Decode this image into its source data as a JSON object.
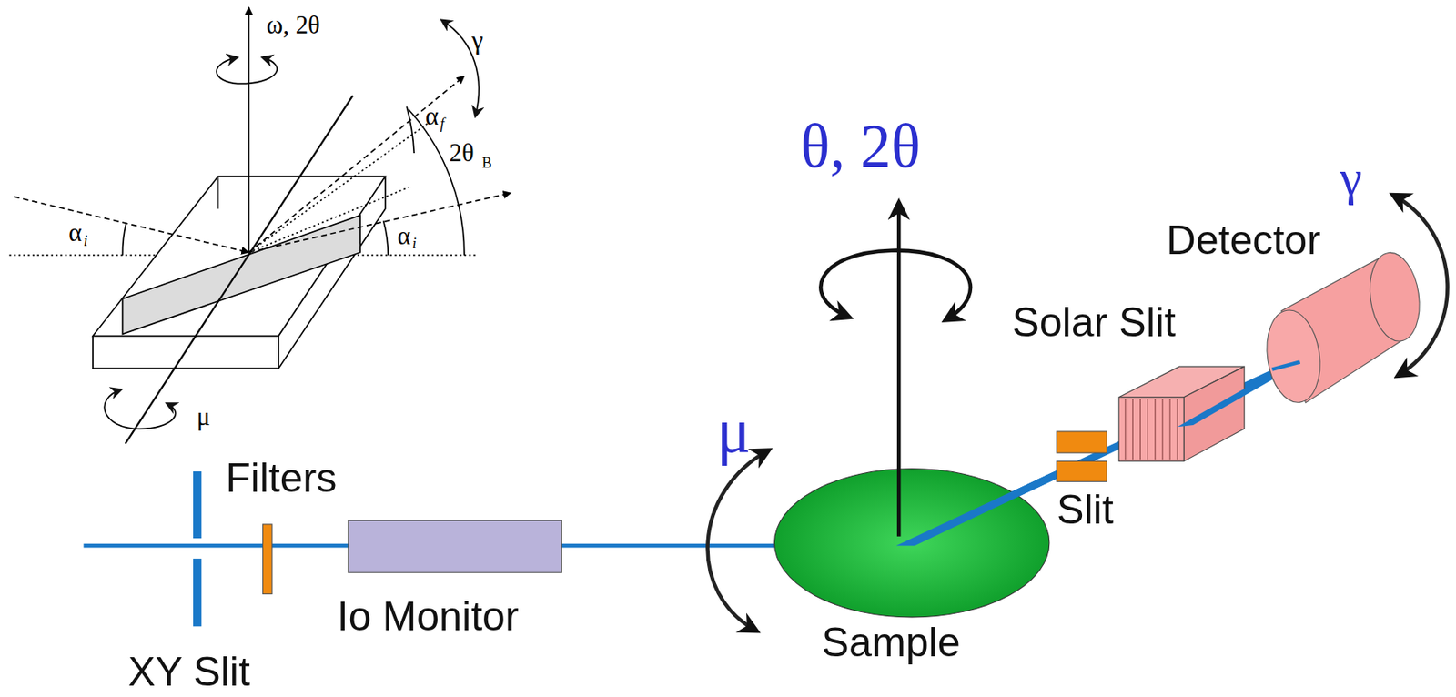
{
  "diagram": {
    "labels": [
      "ω, 2θ",
      "γ",
      "α",
      "f",
      "2θ",
      "B",
      "α",
      "i",
      "α",
      "i",
      "μ",
      "θ, 2θ",
      "γ",
      "Detector",
      "Solar Slit",
      "μ",
      "Slit",
      "Sample",
      "Filters",
      "Io Monitor",
      "XY Slit"
    ]
  }
}
